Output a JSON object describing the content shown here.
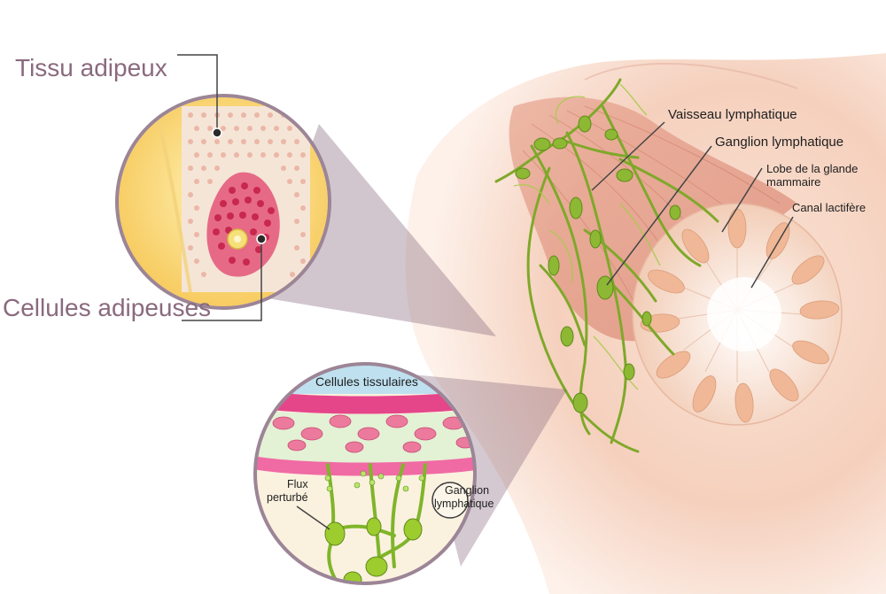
{
  "labels": {
    "adipose_tissue": "Tissu adipeux",
    "adipose_cells": "Cellules adipeuses",
    "lymph_vessel": "Vaisseau lymphatique",
    "lymph_node": "Ganglion lymphatique",
    "gland_lobe_line1": "Lobe de la glande",
    "gland_lobe_line2": "mammaire",
    "milk_duct": "Canal lactifère",
    "tissue_cells": "Cellules tissulaires",
    "disturbed_flow_line1": "Flux",
    "disturbed_flow_line2": "perturbé",
    "inset_node_line1": "Ganglion",
    "inset_node_line2": "lymphatique"
  },
  "colors": {
    "label_purple": "#8a6a7e",
    "skin": "#f6d2c0",
    "muscle": "#e09a86",
    "lymph_green": "#8ab52a",
    "gland_pink": "#f3c7ad",
    "cell_red": "#d8345a",
    "leader_line": "#444444"
  }
}
